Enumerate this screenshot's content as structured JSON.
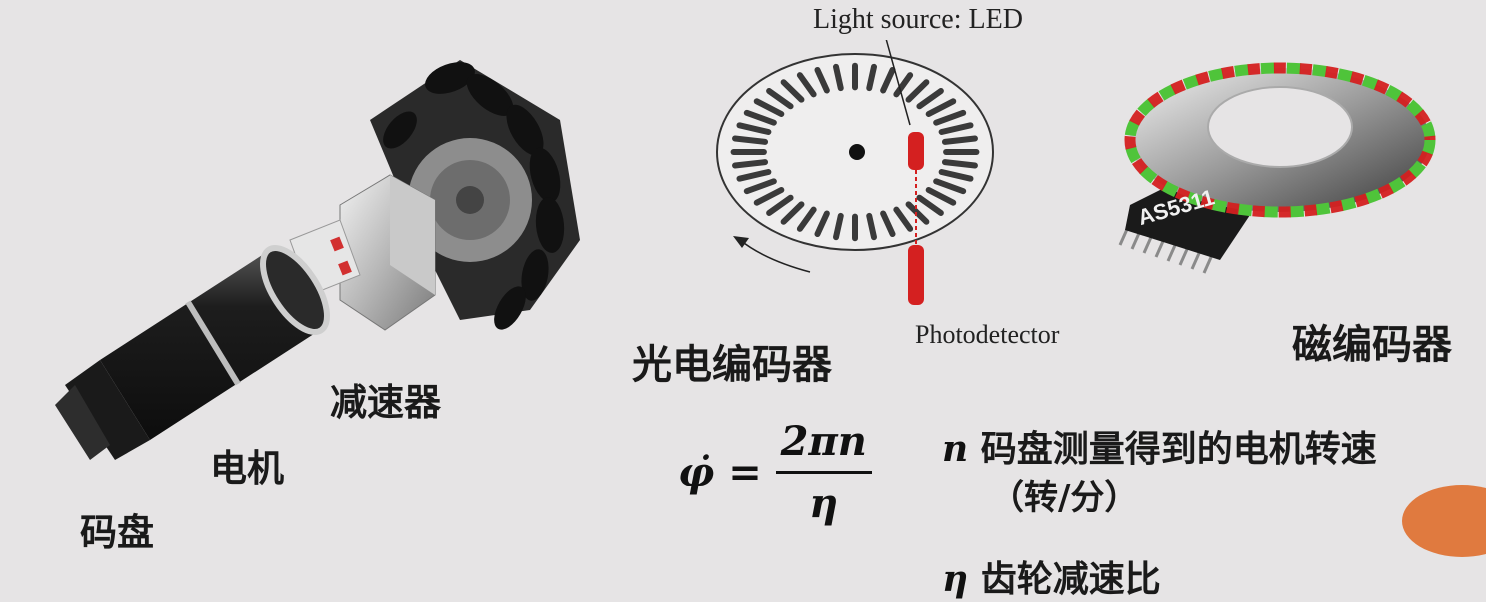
{
  "left": {
    "labels": {
      "reducer": "减速器",
      "motor": "电机",
      "encoder_disk": "码盘"
    }
  },
  "optical": {
    "light_source": "Light source: LED",
    "photodetector": "Photodetector",
    "title": "光电编码器"
  },
  "magnetic": {
    "chip": "AS5311",
    "title": "磁编码器"
  },
  "formula": {
    "lhs": "φ̇",
    "eq": "=",
    "numerator": "2πn",
    "denominator": "η"
  },
  "legend": {
    "n_symbol": "n",
    "n_desc": "码盘测量得到的电机转速",
    "n_unit": "（转/分）",
    "eta_symbol": "η",
    "eta_desc": "齿轮减速比"
  },
  "colors": {
    "background": "#e6e4e5",
    "accent_circle": "#e07a3f",
    "led_red": "#d42020",
    "magnet_green": "#4fc43a"
  }
}
